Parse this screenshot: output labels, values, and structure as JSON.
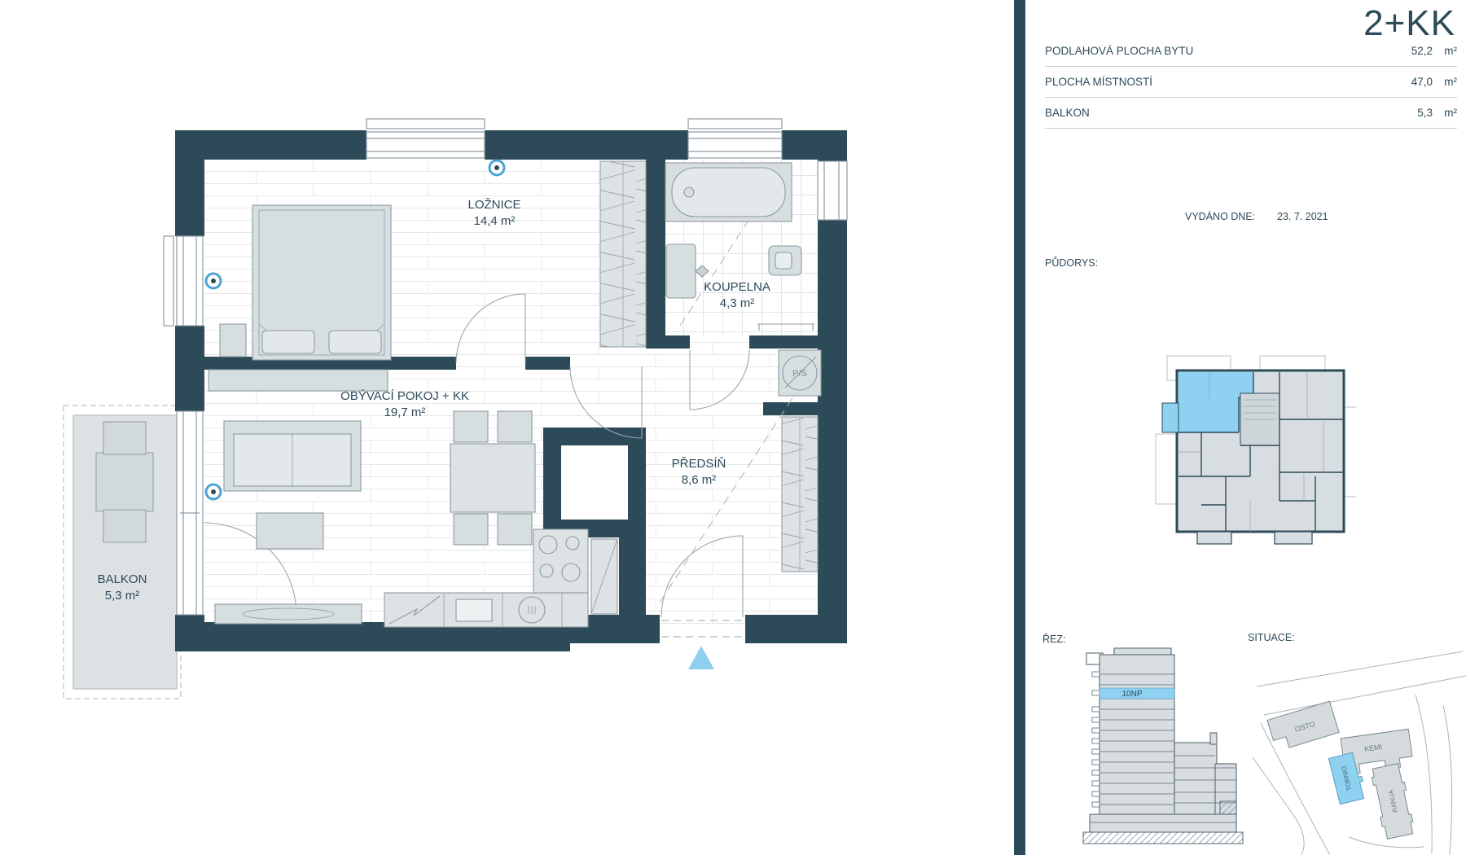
{
  "panel": {
    "unit_type": "2+KK",
    "table": [
      {
        "label": "PODLAHOVÁ PLOCHA BYTU",
        "value": "52,2",
        "unit": "m²"
      },
      {
        "label": "PLOCHA MÍSTNOSTÍ",
        "value": "47,0",
        "unit": "m²"
      },
      {
        "label": "BALKON",
        "value": "5,3",
        "unit": "m²"
      }
    ],
    "issued_label": "VYDÁNO DNE:",
    "issued_date": "23. 7. 2021",
    "floorplan_label": "PŮDORYS:",
    "section_label": "ŘEZ:",
    "section_floor": "10NP",
    "situation_label": "SITUACE:",
    "situation_buildings": [
      "OSTO",
      "KEMI",
      "TORNIO",
      "RANUA"
    ]
  },
  "rooms": [
    {
      "name": "LOŽNICE",
      "area": "14,4 m²"
    },
    {
      "name": "KOUPELNA",
      "area": "4,3 m²"
    },
    {
      "name": "OBÝVACÍ POKOJ + KK",
      "area": "19,7 m²"
    },
    {
      "name": "PŘEDSÍŇ",
      "area": "8,6 m²"
    },
    {
      "name": "BALKON",
      "area": "5,3 m²"
    }
  ],
  "symbols": {
    "ps": "P/S"
  },
  "colors": {
    "wall": "#2d4a59",
    "highlight": "#8ed1f0",
    "furniture": "#dde2e4",
    "text": "#2d4a59"
  }
}
